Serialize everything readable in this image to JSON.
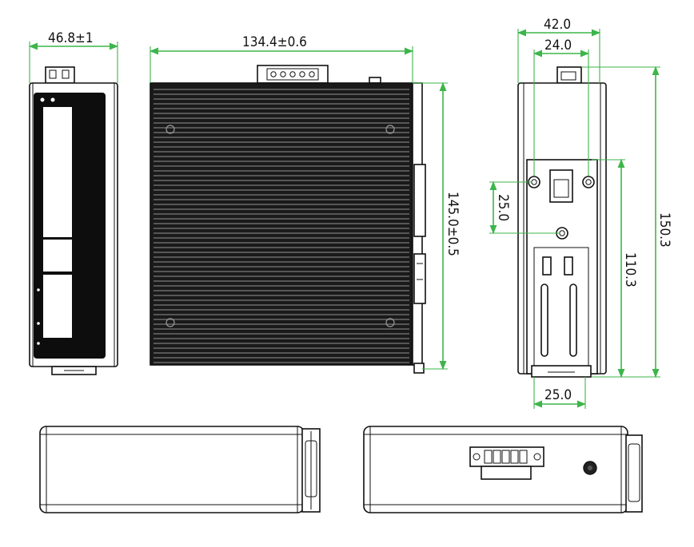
{
  "dimensions": {
    "side_width": "46.8±1",
    "front_width": "134.4±0.6",
    "front_height": "145.0±0.5",
    "back_outer_width": "42.0",
    "back_inner_width": "24.0",
    "hole_spacing": "25.0",
    "clip_height": "110.3",
    "total_height": "150.3",
    "clip_bottom_width": "25.0"
  },
  "colors": {
    "dimension_line": "#3db54a",
    "outline": "#111111",
    "heatsink": "#1a1a1a",
    "panel": "#0d0d0d"
  }
}
